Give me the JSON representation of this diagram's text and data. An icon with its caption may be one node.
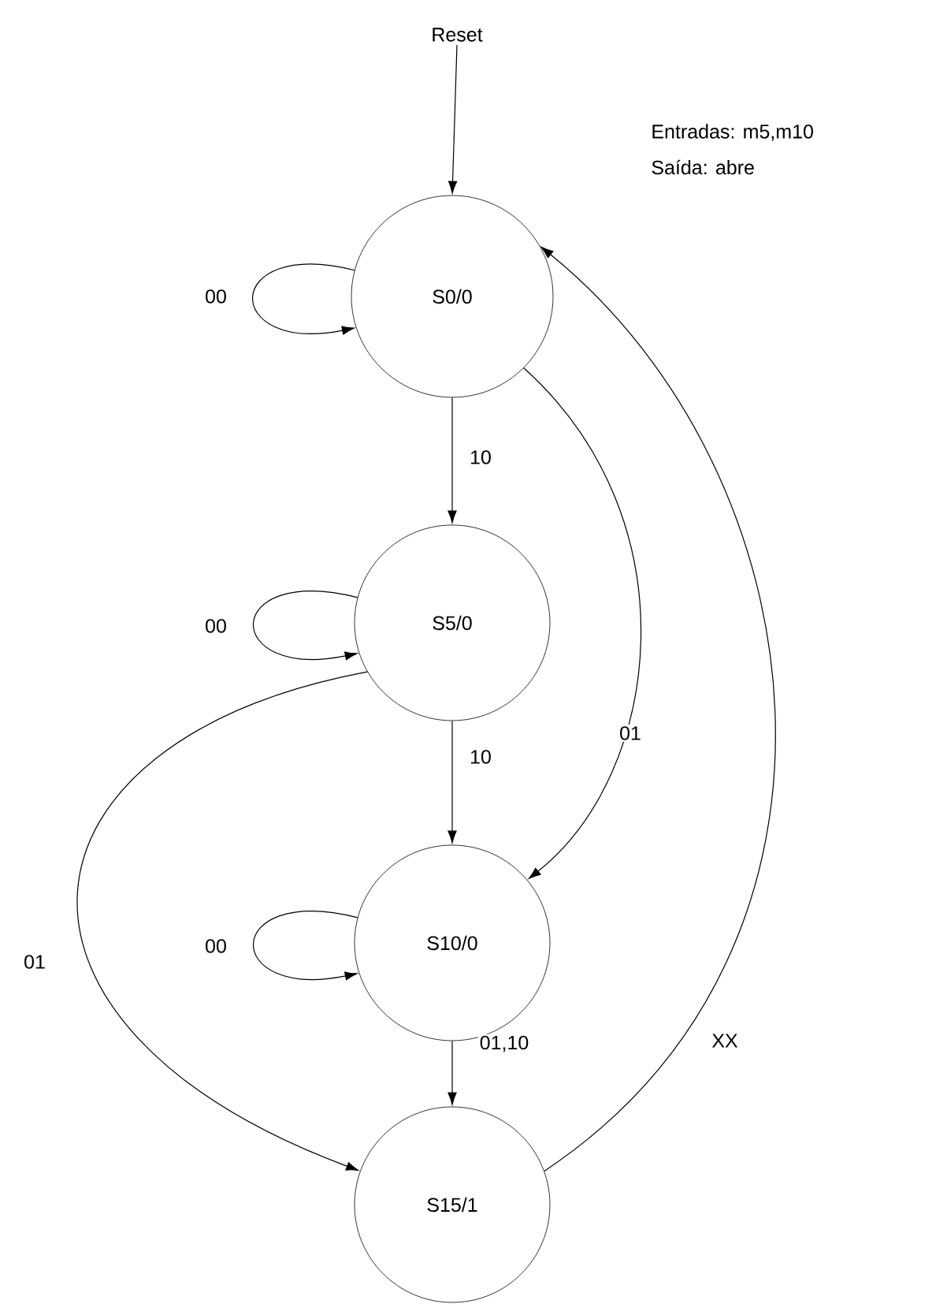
{
  "diagram": {
    "nodes": [
      {
        "text": [
          "Reset"
        ]
      },
      {
        "text": [
          "S0/0"
        ]
      },
      {
        "text": [
          "S5/0"
        ]
      },
      {
        "text": [
          "S10/0"
        ]
      },
      {
        "text": [
          "S15/1"
        ]
      }
    ],
    "edges": [
      {
        "from": 0,
        "to": 1,
        "arrow": "to"
      },
      {
        "from": 1,
        "to": 1,
        "arrow": "to",
        "label": "00"
      },
      {
        "from": 1,
        "to": 2,
        "arrow": "to",
        "label": "10"
      },
      {
        "from": 1,
        "to": 3,
        "arrow": "to",
        "label": "01"
      },
      {
        "from": 2,
        "to": 2,
        "arrow": "to",
        "label": "00"
      },
      {
        "from": 2,
        "to": 3,
        "arrow": "to",
        "label": "10"
      },
      {
        "from": 2,
        "to": 4,
        "arrow": "to",
        "label": "01"
      },
      {
        "from": 3,
        "to": 3,
        "arrow": "to",
        "label": "00"
      },
      {
        "from": 3,
        "to": 4,
        "arrow": "to",
        "label": "01,10"
      },
      {
        "from": 4,
        "to": 1,
        "arrow": "to",
        "label": "XX"
      }
    ],
    "labels": [
      "Entradas: m5,m10",
      "Saída: abre"
    ]
  }
}
